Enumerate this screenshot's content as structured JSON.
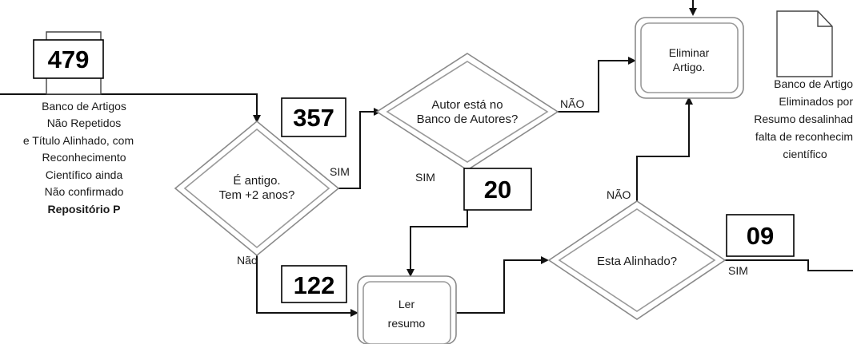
{
  "repository": {
    "count": "479",
    "lines": [
      "Banco de Artigos",
      "Não Repetidos",
      "e Título Alinhado, com",
      "Reconhecimento",
      "Científico ainda",
      "Não confirmado"
    ],
    "bold_line": "Repositório P"
  },
  "decision_old": {
    "lines": [
      "É antigo.",
      "Tem  +2 anos?"
    ]
  },
  "decision_author": {
    "lines": [
      "Autor está no",
      "Banco de Autores?"
    ]
  },
  "decision_aligned": {
    "label": "Esta Alinhado?"
  },
  "process_eliminate": {
    "lines": [
      "Eliminar",
      "Artigo."
    ]
  },
  "process_read": {
    "lines": [
      "Ler",
      "resumo"
    ]
  },
  "document_eliminated": {
    "lines": [
      "Banco de Artigo",
      "Eliminados por",
      "Resumo desalinhad",
      "falta de reconhecim",
      "científico"
    ]
  },
  "counts": {
    "c357": "357",
    "c20": "20",
    "c122": "122",
    "c09": "09"
  },
  "edge_labels": {
    "sim_old": "SIM",
    "nao_old": "Não",
    "nao_author": "NÃO",
    "sim_author": "SIM",
    "nao_aligned": "NÃO",
    "sim_aligned": "SIM"
  }
}
